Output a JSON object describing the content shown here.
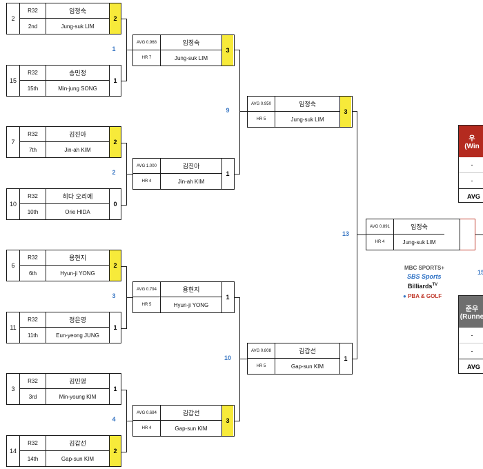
{
  "r32": [
    {
      "seed": "2",
      "round": "R32",
      "rank": "2nd",
      "name_kr": "임정숙",
      "name_en": "Jung-suk LIM",
      "score": "2",
      "win": true
    },
    {
      "seed": "15",
      "round": "R32",
      "rank": "15th",
      "name_kr": "송민정",
      "name_en": "Min-jung SONG",
      "score": "1",
      "win": false
    },
    {
      "seed": "7",
      "round": "R32",
      "rank": "7th",
      "name_kr": "김진아",
      "name_en": "Jin-ah KIM",
      "score": "2",
      "win": true
    },
    {
      "seed": "10",
      "round": "R32",
      "rank": "10th",
      "name_kr": "히다 오리에",
      "name_en": "Orie HIDA",
      "score": "0",
      "win": false
    },
    {
      "seed": "6",
      "round": "R32",
      "rank": "6th",
      "name_kr": "용현지",
      "name_en": "Hyun-ji YONG",
      "score": "2",
      "win": true
    },
    {
      "seed": "11",
      "round": "R32",
      "rank": "11th",
      "name_kr": "정은영",
      "name_en": "Eun-yeong JUNG",
      "score": "1",
      "win": false
    },
    {
      "seed": "3",
      "round": "R32",
      "rank": "3rd",
      "name_kr": "김민영",
      "name_en": "Min-young KIM",
      "score": "1",
      "win": false
    },
    {
      "seed": "14",
      "round": "R32",
      "rank": "14th",
      "name_kr": "김갑선",
      "name_en": "Gap-sun KIM",
      "score": "2",
      "win": true
    }
  ],
  "match_numbers": [
    "1",
    "2",
    "3",
    "4",
    "9",
    "10",
    "13",
    "15"
  ],
  "r16": [
    {
      "avg": "AVG 0.968",
      "hr": "HR 7",
      "name_kr": "임정숙",
      "name_en": "Jung-suk LIM",
      "score": "3",
      "win": true
    },
    {
      "avg": "AVG 1.000",
      "hr": "HR 4",
      "name_kr": "김진아",
      "name_en": "Jin-ah KIM",
      "score": "1",
      "win": false
    },
    {
      "avg": "AVG 0.794",
      "hr": "HR 5",
      "name_kr": "용현지",
      "name_en": "Hyun-ji YONG",
      "score": "1",
      "win": false
    },
    {
      "avg": "AVG 0.684",
      "hr": "HR 4",
      "name_kr": "김갑선",
      "name_en": "Gap-sun KIM",
      "score": "3",
      "win": true
    }
  ],
  "qf": [
    {
      "avg": "AVG 0.950",
      "hr": "HR 5",
      "name_kr": "임정숙",
      "name_en": "Jung-suk LIM",
      "score": "3",
      "win": true
    },
    {
      "avg": "AVG 0.808",
      "hr": "HR 5",
      "name_kr": "김갑선",
      "name_en": "Gap-sun KIM",
      "score": "1",
      "win": false
    }
  ],
  "sf": {
    "avg": "AVG 0.891",
    "hr": "HR 4",
    "name_kr": "임정숙",
    "name_en": "Jung-suk LIM"
  },
  "winner_box": {
    "title_kr": "우",
    "title_en": "(Win",
    "row1": "-",
    "row2": "-",
    "avg_label": "AVG"
  },
  "runner_box": {
    "title_kr": "준우",
    "title_en": "(Runne",
    "row1": "-",
    "row2": "-",
    "avg_label": "AVG"
  },
  "logos": {
    "mbc": "MBC SPORTS+",
    "sbs": "SBS Sports",
    "billiards": "Billiards",
    "billiards_sup": "TV",
    "pba": "PBA & GOLF"
  },
  "colors": {
    "win_yellow": "#f7ea3a",
    "winner_red": "#b42a1f",
    "runner_gray": "#6e6e6e",
    "match_blue": "#3b78c4",
    "bracket_red": "#c0392b"
  }
}
